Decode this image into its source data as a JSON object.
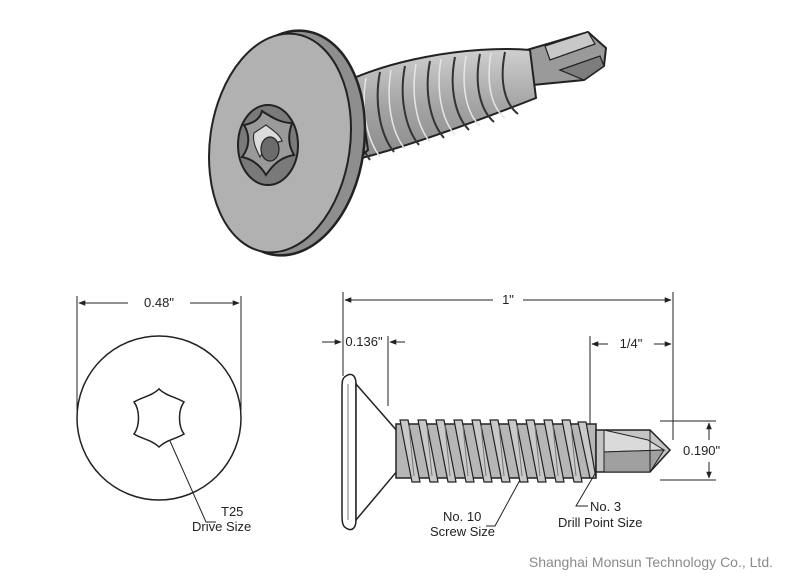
{
  "dimensions": {
    "head_diameter": "0.48\"",
    "overall_length": "1\"",
    "head_thickness": "0.136\"",
    "drill_length": "1/4\"",
    "drill_diameter": "0.190\""
  },
  "callouts": {
    "drive_line1": "T25",
    "drive_line2": "Drive Size",
    "screw_line1": "No. 10",
    "screw_line2": "Screw Size",
    "drill_line1": "No. 3",
    "drill_line2": "Drill Point Size"
  },
  "footer": {
    "company": "Shanghai Monsun Technology Co., Ltd."
  },
  "colors": {
    "metal": "#a9a9a9",
    "metal_light": "#c4c4c4",
    "metal_dark": "#7b7b7b",
    "line": "#222222",
    "watermark": "#8a8a8a"
  }
}
